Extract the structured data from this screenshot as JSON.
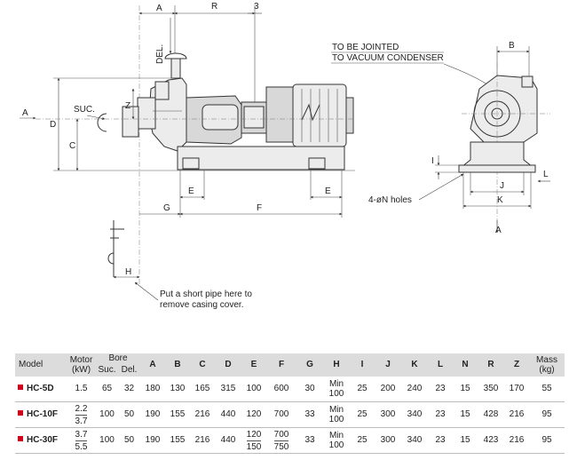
{
  "drawing": {
    "dim_labels": {
      "A": "A",
      "R": "R",
      "three": "3",
      "B": "B",
      "D": "D",
      "C": "C",
      "Z": "Z",
      "E_left": "E",
      "E_right": "E",
      "G": "G",
      "F": "F",
      "H": "H",
      "J": "J",
      "K": "K",
      "L": "L",
      "I": "I",
      "A_left": "A",
      "A_bottom": "A"
    },
    "labels": {
      "del": "DEL.",
      "suc": "SUC.",
      "condenser_line1": "TO BE JOINTED",
      "condenser_line2": "TO VACUUM CONDENSER",
      "holes": "4-øN holes",
      "pipe_line1": "Put a short pipe here to",
      "pipe_line2": "remove casing cover."
    }
  },
  "table": {
    "headers": {
      "model": "Model",
      "motor_line1": "Motor",
      "motor_line2": "(kW)",
      "bore": "Bore",
      "bore_suc": "Suc.",
      "bore_del": "Del.",
      "cols": [
        "A",
        "B",
        "C",
        "D",
        "E",
        "F",
        "G",
        "H",
        "I",
        "J",
        "K",
        "L",
        "N",
        "R",
        "Z"
      ],
      "mass_line1": "Mass",
      "mass_line2": "(kg)"
    },
    "rows": [
      {
        "model": "HC-5D",
        "motor": [
          "1.5"
        ],
        "suc": "65",
        "del": "32",
        "A": "180",
        "B": "130",
        "C": "165",
        "D": "315",
        "E": [
          "100"
        ],
        "F": [
          "600"
        ],
        "G": "30",
        "H": [
          "Min",
          "100"
        ],
        "I": "25",
        "J": "200",
        "K": "240",
        "L": "23",
        "N": "15",
        "R": "350",
        "Z": "170",
        "mass": "55"
      },
      {
        "model": "HC-10F",
        "motor": [
          "2.2",
          "3.7"
        ],
        "suc": "100",
        "del": "50",
        "A": "190",
        "B": "155",
        "C": "216",
        "D": "440",
        "E": [
          "120"
        ],
        "F": [
          "700"
        ],
        "G": "33",
        "H": [
          "Min",
          "100"
        ],
        "I": "25",
        "J": "300",
        "K": "340",
        "L": "23",
        "N": "15",
        "R": "428",
        "Z": "216",
        "mass": "95"
      },
      {
        "model": "HC-30F",
        "motor": [
          "3.7",
          "5.5"
        ],
        "suc": "100",
        "del": "50",
        "A": "190",
        "B": "155",
        "C": "216",
        "D": "440",
        "E": [
          "120",
          "150"
        ],
        "F": [
          "700",
          "750"
        ],
        "G": "33",
        "H": [
          "Min",
          "100"
        ],
        "I": "25",
        "J": "300",
        "K": "340",
        "L": "23",
        "N": "15",
        "R": "423",
        "Z": "216",
        "mass": "95"
      }
    ]
  },
  "colors": {
    "header_bg": "#dcdcdc",
    "row_marker": "#d0021b"
  }
}
